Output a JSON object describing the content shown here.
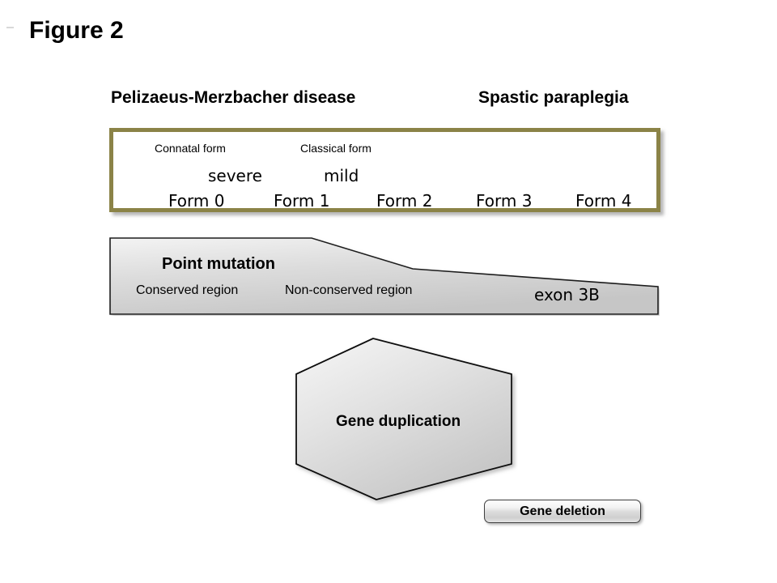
{
  "figure": {
    "title": "Figure 2"
  },
  "headings": {
    "left": "Pelizaeus-Merzbacher disease",
    "right": "Spastic paraplegia"
  },
  "severity_box": {
    "subforms": [
      {
        "label": "Connatal form"
      },
      {
        "label": "Classical form"
      }
    ],
    "severity": [
      {
        "label": "severe"
      },
      {
        "label": "mild"
      }
    ],
    "forms": [
      {
        "label": "Form 0"
      },
      {
        "label": "Form 1"
      },
      {
        "label": "Form 2"
      },
      {
        "label": "Form 3"
      },
      {
        "label": "Form  4"
      }
    ],
    "border_color": "#8b8347"
  },
  "mutation_band": {
    "title": "Point mutation",
    "regions": [
      {
        "label": "Conserved region"
      },
      {
        "label": "Non-conserved region"
      }
    ],
    "exon": "exon 3B"
  },
  "gene_duplication": {
    "label": "Gene duplication"
  },
  "gene_deletion": {
    "label": "Gene deletion"
  }
}
